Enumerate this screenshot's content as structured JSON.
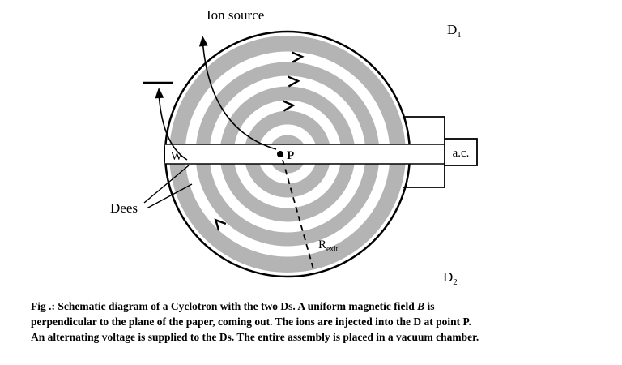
{
  "diagram": {
    "labels": {
      "ion_source": "Ion source",
      "d1_base": "D",
      "d1_sub": "1",
      "d2_base": "D",
      "d2_sub": "2",
      "w": "W",
      "p": "P",
      "dees": "Dees",
      "ac": "a.c.",
      "r_exit_base": "R",
      "r_exit_sub": "exit"
    },
    "colors": {
      "dee_fill": "#b4b4b4",
      "line": "#000000",
      "background": "#ffffff"
    }
  },
  "caption": {
    "line1_pre": "Fig .: Schematic diagram of a Cyclotron with the two Ds. A uniform magnetic field ",
    "line1_italic": "B",
    "line1_post": " is",
    "line2": "perpendicular to the plane of the paper, coming out. The ions are injected into the D at point P.",
    "line3": "An alternating voltage is supplied to the Ds. The entire assembly is placed in a vacuum chamber."
  }
}
